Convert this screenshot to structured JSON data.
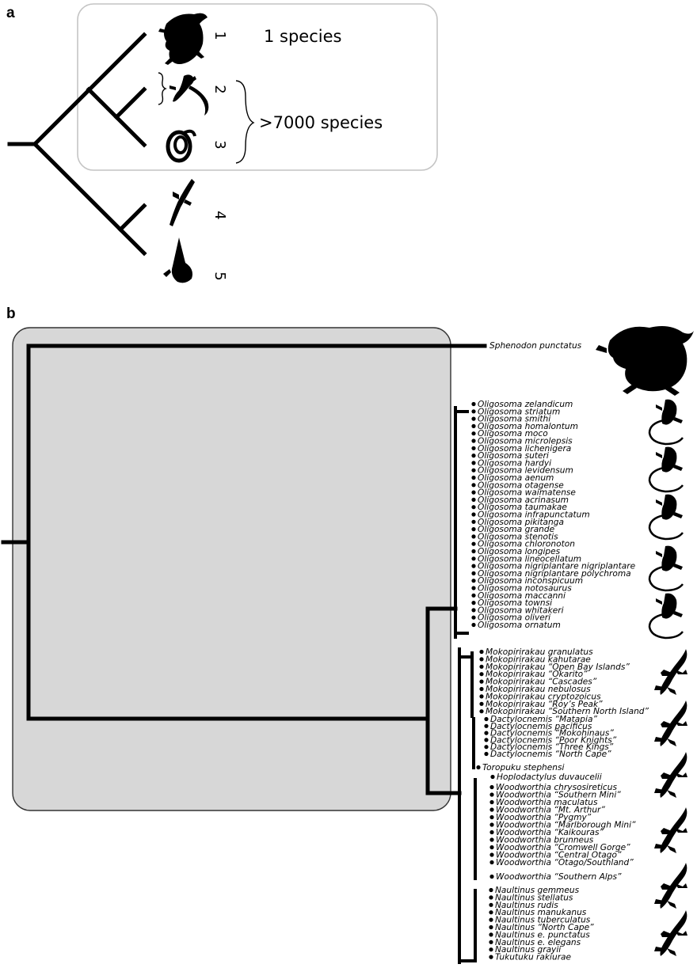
{
  "panel_a": {
    "label": "a",
    "numbers": [
      "1",
      "2",
      "3",
      "4",
      "5"
    ],
    "count_one": "1 species",
    "count_many": ">7000 species"
  },
  "panel_b": {
    "label": "b",
    "root_taxon": "Sphenodon punctatus",
    "species": [
      "Oligosoma zelandicum",
      "Oligosoma striatum",
      "Oligosoma smithi",
      "Oligosoma homalontum",
      "Oligosoma moco",
      "Oligosoma microlepsis",
      "Oligosoma lichenigera",
      "Oligosoma suteri",
      "Oligosoma hardyi",
      "Oligosoma levidensum",
      "Oligosoma aenum",
      "Oligosoma otagense",
      "Oligosoma waimatense",
      "Oligosoma acrinasum",
      "Oligosoma taumakae",
      "Oligosoma infrapunctatum",
      "Oligosoma pikitanga",
      "Oligosoma grande",
      "Oligosoma stenotis",
      "Oligosoma chloronoton",
      "Oligosoma longipes",
      "Oligosoma lineocellatum",
      "Oligosoma nigriplantare nigriplantare",
      "Oligosoma nigriplantare polychroma",
      "Oligosoma inconspicuum",
      "Oligosoma notosaurus",
      "Oligosoma maccanni",
      "Oligosoma townsi",
      "Oligosoma whitakeri",
      "Oligosoma oliveri",
      "Oligosoma ornatum",
      "Mokopirirakau granulatus",
      "Mokopirirakau kahutarae",
      "Mokopirirakau “Open Bay Islands”",
      "Mokopirirakau “Okarito”",
      "Mokopirirakau “Cascades”",
      "Mokopirirakau nebulosus",
      "Mokopirirakau cryptozoicus",
      "Mokopirirakau “Roy’s Peak”",
      "Mokopirirakau “Southern North Island”",
      "Dactylocnemis “Matapia”",
      "Dactylocnemis pacificus",
      "Dactylocnemis “Mokohinaus”",
      "Dactylocnemis “Poor Knights”",
      "Dactylocnemis “Three Kings”",
      "Dactylocnemis “North Cape”",
      "Toropuku stephensi",
      "Hoplodactylus duvaucelii",
      "Woodworthia chrysosireticus",
      "Woodworthia “Southern Mini”",
      "Woodworthia maculatus",
      "Woodworthia “Mt. Arthur”",
      "Woodworthia “Pygmy”",
      "Woodworthia “Marlborough Mini”",
      "Woodworthia “Kaikouras”",
      "Woodworthia brunneus",
      "Woodworthia “Cromwell Gorge”",
      "Woodworthia “Central Otago”",
      "Woodworthia “Otago/Southland”",
      "Woodworthia “Southern Alps”",
      "Naultinus gemmeus",
      "Naultinus stellatus",
      "Naultinus rudis",
      "Naultinus manukanus",
      "Naultinus tuberculatus",
      "Naultinus “North Cape”",
      "Naultinus e. punctatus",
      "Naultinus e. elegans",
      "Naultinus grayii",
      "Tukutuku rakiurae"
    ]
  }
}
